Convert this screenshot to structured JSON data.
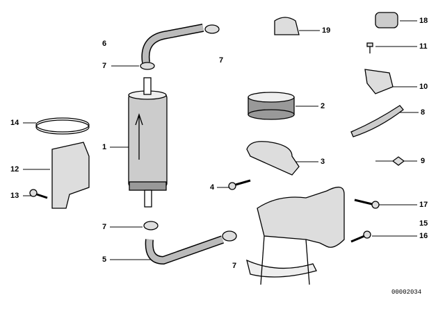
{
  "labels": {
    "p6": "6",
    "p7a": "7",
    "p7b": "7",
    "p19": "19",
    "p18": "18",
    "p11": "11",
    "p10": "10",
    "p2": "2",
    "p8": "8",
    "p14": "14",
    "p1": "1",
    "p3": "3",
    "p12": "12",
    "p4": "4",
    "p9": "9",
    "p17": "17",
    "p15": "15",
    "p16": "16",
    "p13": "13",
    "p7c": "7",
    "p5": "5",
    "p7d": "7"
  },
  "diagram_code": "00002034"
}
